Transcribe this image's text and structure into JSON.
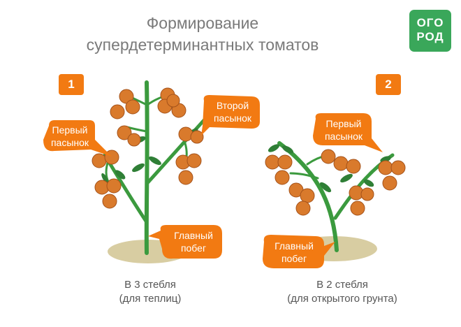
{
  "title": {
    "line1": "Формирование",
    "line2": "супердетерминантных томатов"
  },
  "logo": {
    "line1": "ОГО",
    "line2": "РОД"
  },
  "colors": {
    "orange": "#f27a12",
    "stem": "#3b9a3e",
    "leaf": "#2f7f36",
    "tomato": "#d97a2c",
    "ground": "#d8cda2",
    "title": "#7a7a7a",
    "logo": "#3aa75a"
  },
  "panels": [
    {
      "number": "1",
      "caption_line1": "В 3 стебля",
      "caption_line2": "(для теплиц)",
      "callouts": [
        {
          "line1": "Первый",
          "line2": "пасынок"
        },
        {
          "line1": "Второй",
          "line2": "пасынок"
        },
        {
          "line1": "Главный",
          "line2": "побег"
        }
      ]
    },
    {
      "number": "2",
      "caption_line1": "В 2 стебля",
      "caption_line2": "(для открытого грунта)",
      "callouts": [
        {
          "line1": "Первый",
          "line2": "пасынок"
        },
        {
          "line1": "Главный",
          "line2": "побег"
        }
      ]
    }
  ]
}
